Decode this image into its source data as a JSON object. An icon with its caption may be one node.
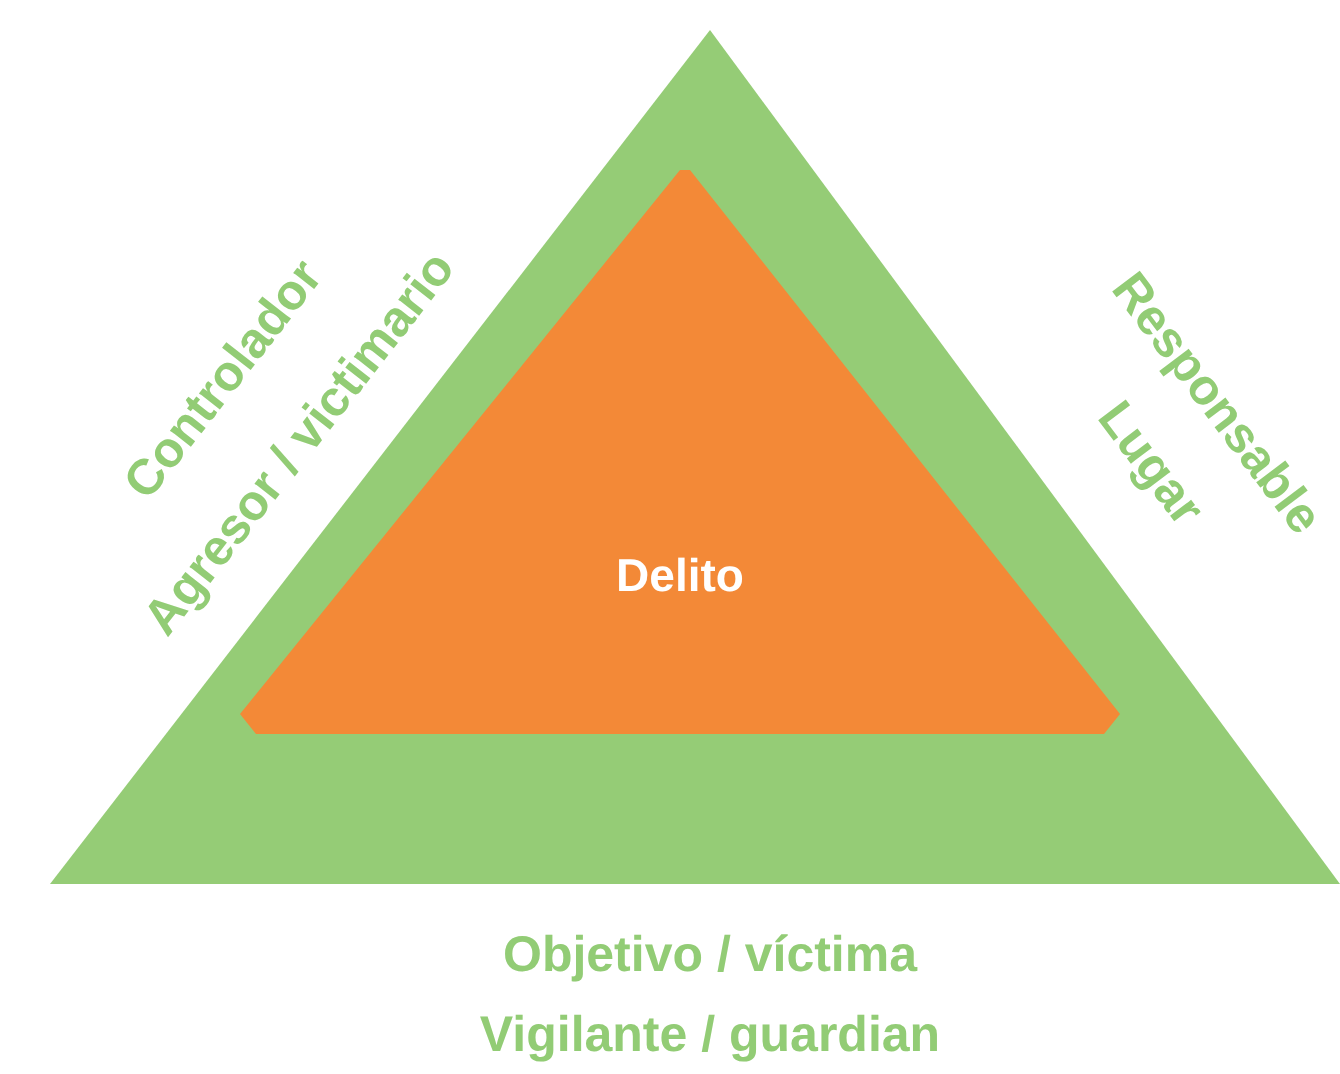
{
  "diagram": {
    "nodes": [
      {
        "text": [],
        "shape": "triangle",
        "beside": [
          "Controlador",
          "Agresor / victimario",
          "Responsable",
          "Lugar",
          "Objetivo / víctima",
          "Vigilante / guardian"
        ]
      },
      {
        "text": [
          "Delito"
        ],
        "in": 0
      }
    ],
    "edges": []
  }
}
